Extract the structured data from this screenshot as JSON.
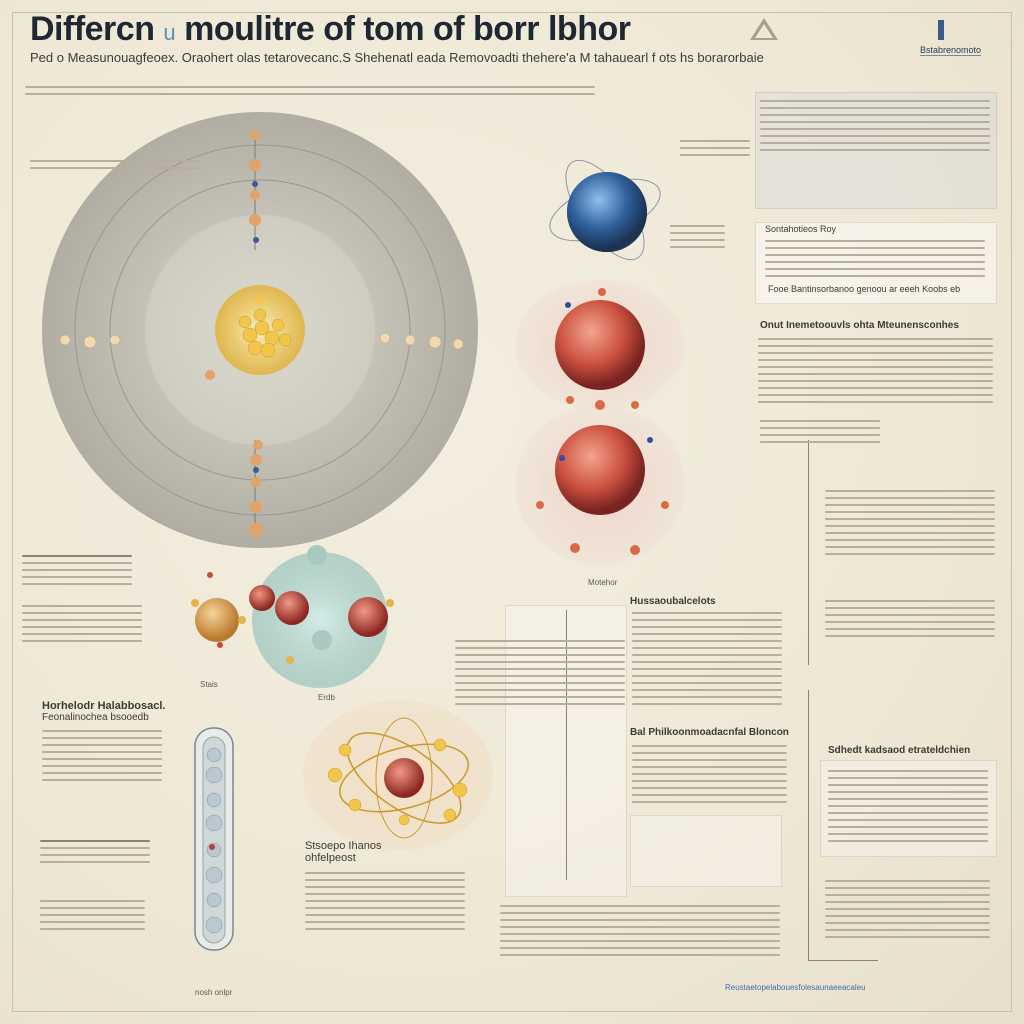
{
  "title": {
    "text": "Differcn",
    "dim": "u",
    "rest": "moulitre of tom of borr lbhor"
  },
  "subtitle": "Ped  o  Measunouagfeoex.  Oraohert  olas  tetarovecanc.S  Shehenatl  eada  Removoadti  thehere'a  M  tahauearl  f  ots  hs  borarorbaie",
  "brand": "Bstabrenomoto",
  "labels": {
    "top_right_panel": "Sontahotieos  Roy",
    "mid_right_head": "Onut  Inemetoouvls  ohta  Mteunensconhes",
    "mid_right_sub": "Fooe  Bantinsorbanoo  genoou  ar  eeeh  Koobs  eb",
    "center_caption": "Motehor",
    "center_head": "Hussaoubalcelots",
    "left_mid_caption": "Stais",
    "left_mid_caption2": "Erdb",
    "lower_left_head": "Horhelodr  Halabbosacl.",
    "lower_left_sub": "Feonalinochea  bsooedb",
    "lower_center_head": "Stsoepo  Ihanos",
    "lower_center_sub": "ohfelpeost",
    "mid_center_head2": "Bal  Philkoonmoadacnfal  Bloncon",
    "right_lower_head": "Sdhedt  kadsaod  etrateldchien",
    "bottom_caption": "nosh  onlpr",
    "bottom_right": "Reustaetopelabouesfolesaunaeeacaleu"
  },
  "colors": {
    "accent": "#3f6fae",
    "orbit": "#9a968c",
    "nucleus": "#f1c64a",
    "red": "#b8403a"
  }
}
